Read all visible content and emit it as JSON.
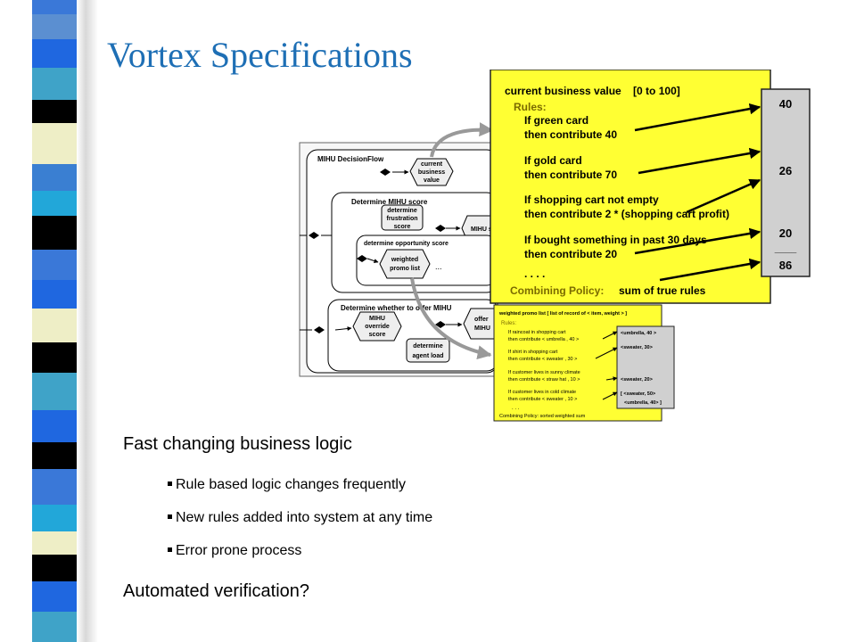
{
  "slide": {
    "title": "Vortex Specifications",
    "bullets": [
      {
        "text": "Fast changing business logic",
        "sub": [
          "Rule based logic changes frequently",
          "New rules added into system at any time",
          "Error prone process"
        ]
      },
      {
        "text": "Automated verification?"
      }
    ]
  },
  "diagram": {
    "flow_title": "MIHU DecisionFlow",
    "node_current": [
      "current",
      "business",
      "value"
    ],
    "mihu_score_title": "Determine MIHU score",
    "node_frustration": [
      "determine",
      "frustration",
      "score"
    ],
    "node_mihu_s": "MIHU s",
    "opportunity_title": "determine opportunity score",
    "node_weighted": [
      "weighted",
      "promo list"
    ],
    "ellipsis": "...",
    "offer_title": "Determine whether to offer MIHU",
    "node_override": [
      "MIHU",
      "override",
      "score"
    ],
    "node_offer": [
      "offer",
      "MIHU"
    ],
    "node_agent": [
      "determine",
      "agent load"
    ],
    "cbv": {
      "header": "current business value    [0 to 100]",
      "rules_label": "Rules:",
      "rules": [
        [
          "If green card",
          "then contribute 40"
        ],
        [
          "If gold card",
          "then contribute 70"
        ],
        [
          "If shopping cart not empty",
          "then contribute 2 * (shopping cart profit)"
        ],
        [
          "If bought something in past 30 days",
          "then contribute 20"
        ]
      ],
      "dots": ". . . .",
      "policy_label": "Combining Policy:",
      "policy_value": "sum of true rules",
      "values": [
        "40",
        "26",
        "20"
      ],
      "sum_line": "____",
      "total": "86"
    },
    "promo": {
      "header": "weighted promo list  [ list of record of < item, weight > ]",
      "rules_label": "Rules:",
      "rules": [
        [
          "If raincoat in shopping cart",
          "then contribute < umbrella , 40 >"
        ],
        [
          "If shirt in shopping cart",
          "then contribute < sweater , 30 >"
        ],
        [
          "If customer lives in sunny climate",
          "then contribute < straw hat , 10 >"
        ],
        [
          "If customer lives in cold climate",
          "then contribute < sweater , 10 >"
        ]
      ],
      "dots": ". . .",
      "policy": "Combining Policy: sorted weighted sum",
      "values": [
        "<umbrella, 40 >",
        "<sweater, 30>",
        "<sweater, 20>",
        "[ <sweater, 50>",
        "<umbrella, 40> ]"
      ]
    }
  },
  "colors": {
    "title": "#1e6fb5",
    "yellow": "#ffff33",
    "gray_panel": "#d0d0d0"
  }
}
